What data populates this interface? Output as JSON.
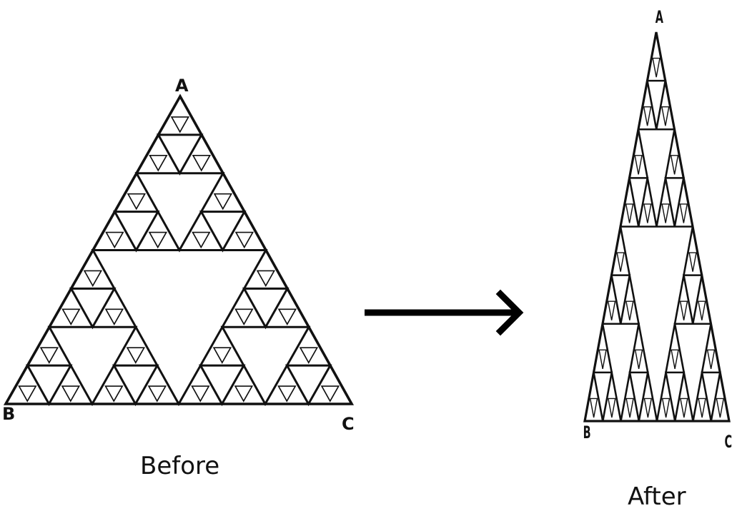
{
  "before": {
    "caption": "Before",
    "vertices": {
      "a": "A",
      "b": "B",
      "c": "C"
    },
    "depth": 4
  },
  "after": {
    "caption": "After",
    "vertices": {
      "a": "A",
      "b": "B",
      "c": "C"
    },
    "depth": 4
  },
  "colors": {
    "stroke": "#111111",
    "background": "#ffffff"
  }
}
